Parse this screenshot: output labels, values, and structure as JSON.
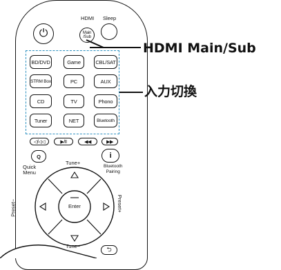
{
  "labels": {
    "hdmi_top": "HDMI",
    "sleep": "Sleep",
    "main_sub_line1": "Main",
    "main_sub_line2": "/Sub",
    "power_icon": "⏻",
    "quick_menu_line1": "Quick",
    "quick_menu_line2": "Menu",
    "tune_plus": "Tune+",
    "tune_minus": "Tune−",
    "bt_pairing_line1": "Bluetooth",
    "bt_pairing_line2": "Pairing",
    "preset_minus": "Preset−",
    "preset_plus": "Preset+",
    "enter": "Enter",
    "q": "Q",
    "i": "i"
  },
  "input_buttons": [
    "BD/DVD",
    "Game",
    "CBL/SAT",
    "STRM Box",
    "PC",
    "AUX",
    "CD",
    "TV",
    "Phono",
    "Tuner",
    "NET",
    "Bluetooth"
  ],
  "transport_buttons": [
    "◁/◁◁",
    "▶/II",
    "◀◀",
    "▶▶"
  ],
  "callouts": {
    "hdmi_main_sub": "HDMI Main/Sub",
    "input_switch": "入力切換"
  },
  "colors": {
    "dashed_box": "#2a8fbf",
    "ink": "#111111"
  }
}
